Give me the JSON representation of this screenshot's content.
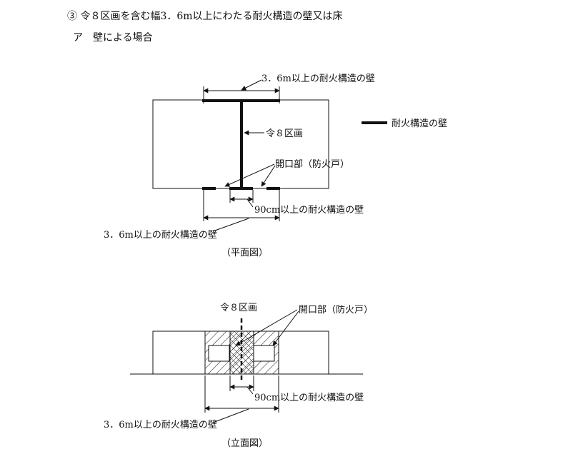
{
  "header": {
    "title": "③ 令８区画を含む幅3．6m以上にわたる耐火構造の壁又は床",
    "subtitle": "ア　壁による場合"
  },
  "plan_view": {
    "top_dimension_label": "3．6m以上の耐火構造の壁",
    "partition_label": "令８区画",
    "opening_label": "開口部（防火戸）",
    "small_dimension_label": "90cm以上の耐火構造の壁",
    "bottom_dimension_label": "3．6m以上の耐火構造の壁",
    "caption": "（平面図）"
  },
  "legend": {
    "label": "耐火構造の壁"
  },
  "elevation_view": {
    "partition_label": "令８区画",
    "opening_label": "開口部（防火戸）",
    "small_dimension_label": "90cm以上の耐火構造の壁",
    "bottom_dimension_label": "3．6m以上の耐火構造の壁",
    "caption": "（立面図）"
  }
}
